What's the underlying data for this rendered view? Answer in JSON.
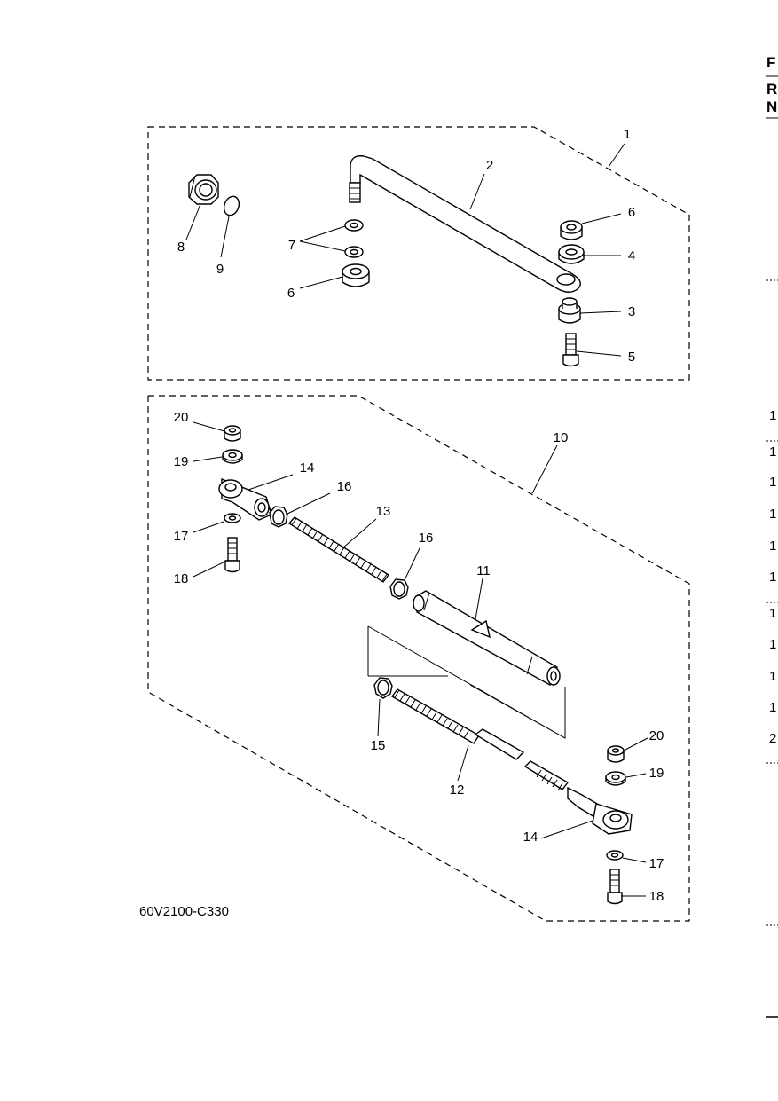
{
  "diagram": {
    "code": "60V2100-C330",
    "callouts": [
      "1",
      "2",
      "3",
      "4",
      "5",
      "6",
      "6",
      "7",
      "8",
      "9",
      "10",
      "11",
      "12",
      "13",
      "14",
      "14",
      "15",
      "16",
      "16",
      "17",
      "17",
      "18",
      "18",
      "19",
      "19",
      "20",
      "20"
    ]
  },
  "right_edge": {
    "header": [
      "F",
      "R",
      "N"
    ],
    "row_fragments": [
      "1",
      "1",
      "1",
      "1",
      "1",
      "1",
      "1",
      "1",
      "1",
      "1",
      "2"
    ]
  }
}
